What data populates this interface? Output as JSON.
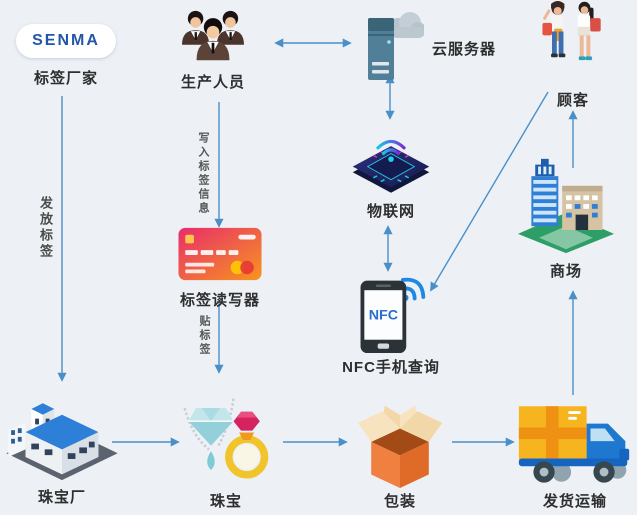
{
  "diagram": {
    "background_color": "#edf1f6",
    "arrow_color": "#4a8fc8",
    "nodes": {
      "tag_maker": {
        "label": "标签厂家",
        "logo": "SENMA"
      },
      "producers": {
        "label": "生产人员"
      },
      "cloud_server": {
        "label": "云服务器"
      },
      "customers": {
        "label": "顾客"
      },
      "iot": {
        "label": "物联网"
      },
      "card_reader": {
        "label": "标签读写器"
      },
      "nfc_phone": {
        "label": "NFC手机查询",
        "screen_text": "NFC"
      },
      "mall": {
        "label": "商场"
      },
      "factory": {
        "label": "珠宝厂"
      },
      "jewelry": {
        "label": "珠宝"
      },
      "package": {
        "label": "包装"
      },
      "shipping": {
        "label": "发货运输"
      }
    },
    "edges": [
      {
        "from": "标签厂家",
        "to": "珠宝厂",
        "label": "发放标签",
        "direction": "one-way"
      },
      {
        "from": "生产人员",
        "to": "云服务器",
        "label": "",
        "direction": "two-way"
      },
      {
        "from": "生产人员",
        "to": "标签读写器",
        "label": "写入标签信息",
        "direction": "one-way"
      },
      {
        "from": "云服务器",
        "to": "物联网",
        "label": "",
        "direction": "two-way"
      },
      {
        "from": "物联网",
        "to": "NFC手机查询",
        "label": "",
        "direction": "two-way"
      },
      {
        "from": "标签读写器",
        "to": "珠宝",
        "label": "贴标签",
        "direction": "one-way"
      },
      {
        "from": "珠宝厂",
        "to": "珠宝",
        "label": "",
        "direction": "one-way"
      },
      {
        "from": "珠宝",
        "to": "包装",
        "label": "",
        "direction": "one-way"
      },
      {
        "from": "包装",
        "to": "发货运输",
        "label": "",
        "direction": "one-way"
      },
      {
        "from": "发货运输",
        "to": "商场",
        "label": "",
        "direction": "one-way"
      },
      {
        "from": "商场",
        "to": "顾客",
        "label": "",
        "direction": "one-way"
      },
      {
        "from": "顾客",
        "to": "NFC手机查询",
        "label": "",
        "direction": "one-way"
      }
    ]
  }
}
